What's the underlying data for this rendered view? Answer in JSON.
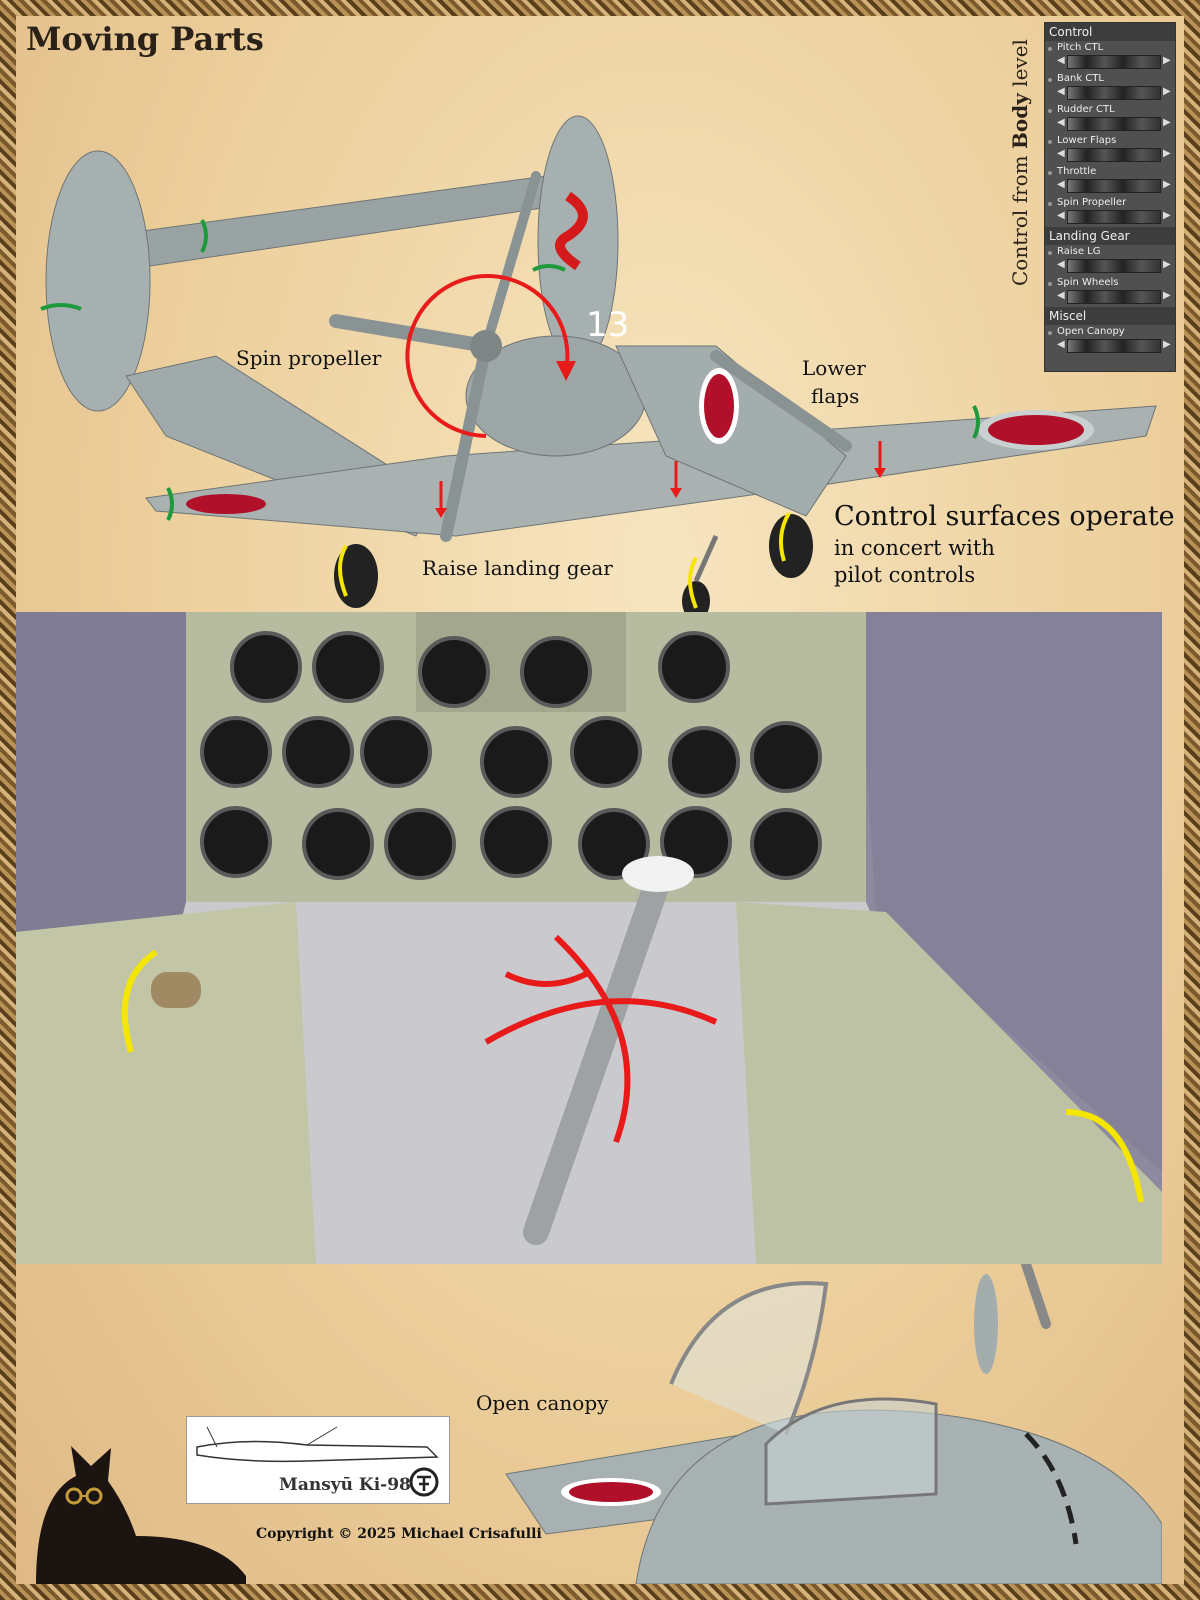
{
  "page": {
    "title": "Moving Parts",
    "vertical_label_prefix": "Control from ",
    "vertical_label_bold": "Body",
    "vertical_label_suffix": " level"
  },
  "panel": {
    "sections": [
      {
        "heading": "Control",
        "items": [
          "Pitch CTL",
          "Bank CTL",
          "Rudder CTL",
          "Lower Flaps",
          "Throttle",
          "Spin Propeller"
        ]
      },
      {
        "heading": "Landing Gear",
        "items": [
          "Raise LG",
          "Spin Wheels"
        ]
      },
      {
        "heading": "Miscel",
        "items": [
          "Open Canopy"
        ]
      }
    ]
  },
  "labels": {
    "spin_propeller": "Spin propeller",
    "lower_flaps_1": "Lower",
    "lower_flaps_2": "flaps",
    "raise_gear": "Raise landing gear",
    "control_surfaces_1": "Control surfaces operate",
    "control_surfaces_2": "in concert with",
    "control_surfaces_3": "pilot controls",
    "open_canopy": "Open canopy"
  },
  "aircraft": {
    "tail_number": "13"
  },
  "signature": {
    "model": "Mansyū Ki-98"
  },
  "copyright": "Copyright © 2025  Michael Crisafulli",
  "colors": {
    "arrow_red": "#e81a1a",
    "arrow_green": "#1e9a3c",
    "arrow_yellow": "#f5e600",
    "roundel": "#b0102a"
  }
}
